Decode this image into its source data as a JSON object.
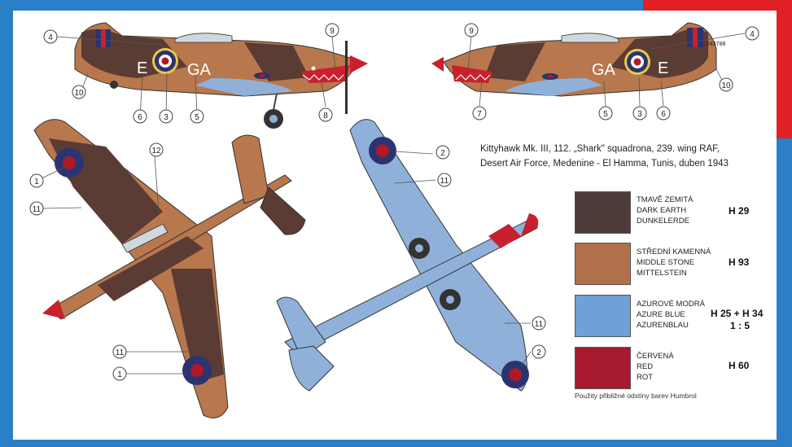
{
  "caption": {
    "line1": "Kittyhawk Mk. III, 112. „Shark\" squadrona, 239. wing RAF,",
    "line2": "Desert Air Force, Medenine - El Hamma, Tunis, duben 1943"
  },
  "aircraft_markings": {
    "code_left": "E",
    "code_squadron": "GA",
    "serial": "243788"
  },
  "colors": [
    {
      "cz": "TMAVĚ ZEMITÁ",
      "en": "DARK EARTH",
      "de": "DUNKELERDE",
      "code": "H 29",
      "code2": "",
      "hex": "#4e3c3a"
    },
    {
      "cz": "STŘEDNÍ KAMENNÁ",
      "en": "MIDDLE STONE",
      "de": "MITTELSTEIN",
      "code": "H 93",
      "code2": "",
      "hex": "#b0714a"
    },
    {
      "cz": "AZUROVÉ MODRÁ",
      "en": "AZURE BLUE",
      "de": "AZURENBLAU",
      "code": "H 25 + H 34",
      "code2": "1 : 5",
      "hex": "#6fa0d6"
    },
    {
      "cz": "ČERVENÁ",
      "en": "RED",
      "de": "ROT",
      "code": "H 60",
      "code2": "",
      "hex": "#a51a2c"
    }
  ],
  "note": "Použity přibližné odstíny barev Humbrol",
  "callouts": {
    "c1": "1",
    "c2": "2",
    "c3": "3",
    "c4": "4",
    "c5": "5",
    "c6": "6",
    "c7": "7",
    "c8": "8",
    "c9": "9",
    "c10": "10",
    "c11": "11",
    "c12": "12"
  },
  "palette": {
    "dark_earth": "#5a3c34",
    "middle_stone": "#b8774c",
    "azure": "#8fb1d9",
    "red": "#c8202c",
    "roundel_blue": "#2a3470",
    "roundel_red": "#b01828",
    "roundel_yellow": "#e8c84a"
  }
}
